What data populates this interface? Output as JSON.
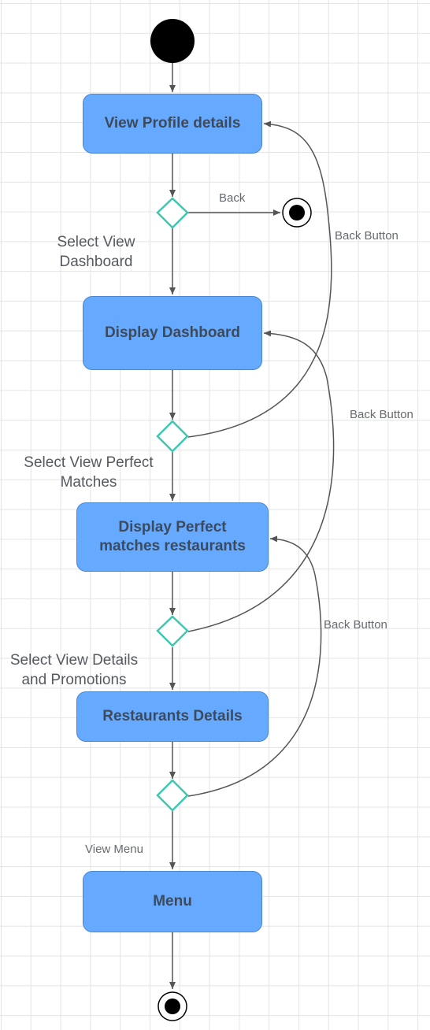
{
  "diagram": {
    "type": "uml-activity",
    "nodes": {
      "view_profile": "View Profile details",
      "display_dashboard": "Display Dashboard",
      "display_perfect_line1": "Display Perfect",
      "display_perfect_line2": "matches restaurants",
      "restaurants_details": "Restaurants Details",
      "menu": "Menu"
    },
    "edge_labels": {
      "back": "Back",
      "select_view_dashboard_line1": "Select View",
      "select_view_dashboard_line2": "Dashboard",
      "select_perfect_line1": "Select View Perfect",
      "select_perfect_line2": "Matches",
      "select_details_line1": "Select View Details",
      "select_details_line2": "and Promotions",
      "view_menu": "View Menu",
      "back_button_1": "Back Button",
      "back_button_2": "Back Button",
      "back_button_3": "Back Button"
    },
    "colors": {
      "node_fill": "#66aaff",
      "node_border": "#4a86d0",
      "decision_stroke": "#3fc7b0",
      "edge": "#555555",
      "start_end": "#000000"
    }
  }
}
